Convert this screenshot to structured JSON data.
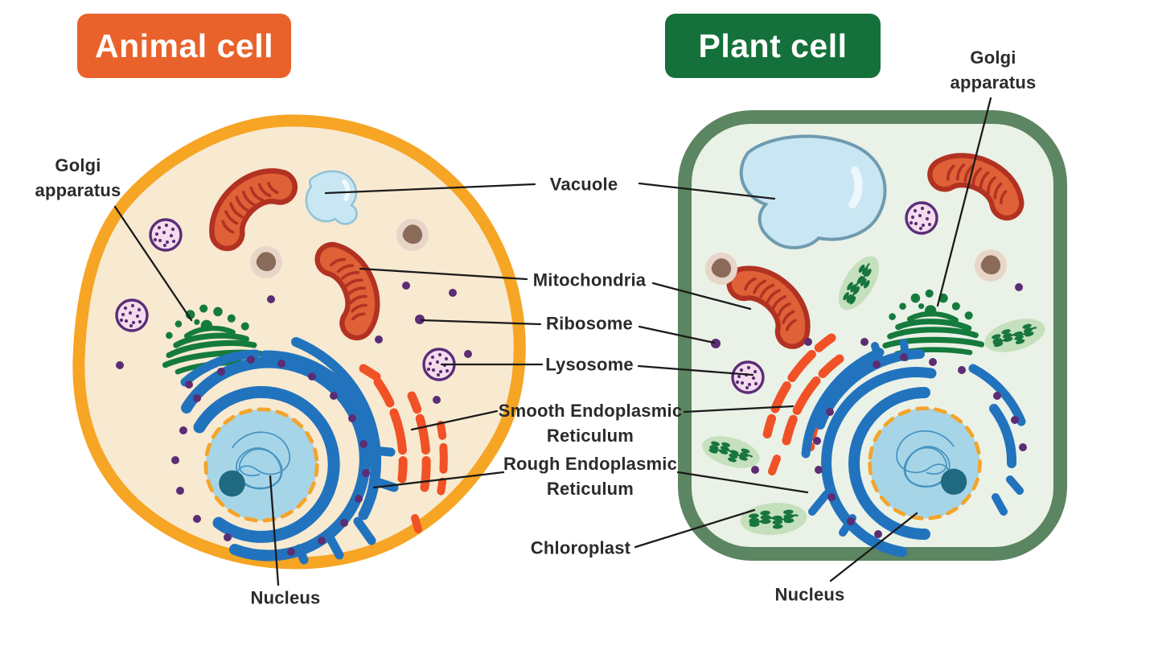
{
  "badges": {
    "animal": "Animal cell",
    "plant": "Plant cell"
  },
  "labels": {
    "golgi_animal": "Golgi\napparatus",
    "vacuole": "Vacuole",
    "mitochondria": "Mitochondria",
    "ribosome": "Ribosome",
    "lysosome": "Lysosome",
    "smooth_er": "Smooth Endoplasmic\nReticulum",
    "rough_er": "Rough Endoplasmic\nReticulum",
    "chloroplast": "Chloroplast",
    "nucleus_animal": "Nucleus",
    "golgi_plant": "Golgi\napparatus",
    "nucleus_plant": "Nucleus"
  },
  "colors": {
    "animal_badge": "#E9622B",
    "plant_badge": "#15713B",
    "animal_membrane": "#F6A524",
    "animal_cytoplasm": "#F8E9D1",
    "plant_wall": "#5C8561",
    "plant_cytoplasm": "#EAF1E7",
    "mitochondrion_outer": "#B23222",
    "mitochondrion_inner": "#E06038",
    "vacuole_fill": "#C9E6F3",
    "vacuole_stroke": "#7FAFC4",
    "lysosome_fill": "#F4DCEC",
    "lysosome_stroke": "#5B2D78",
    "vesicle_fill": "#E7D6C8",
    "vesicle_core": "#8A6A58",
    "golgi_green": "#157B3D",
    "chloroplast_fill": "#C5E0BC",
    "chloroplast_grana": "#17753F",
    "nucleus_fill": "#A7D5E8",
    "nucleus_ring": "#F3A52B",
    "nucleolus": "#1F6A80",
    "chromatin": "#3F8FBE",
    "rough_er_blue": "#2273BD",
    "smooth_er_orange": "#F15126",
    "ribosome_purple": "#5B2D74",
    "leader_line": "#1B1B1B",
    "label_text": "#2B2B2B"
  }
}
